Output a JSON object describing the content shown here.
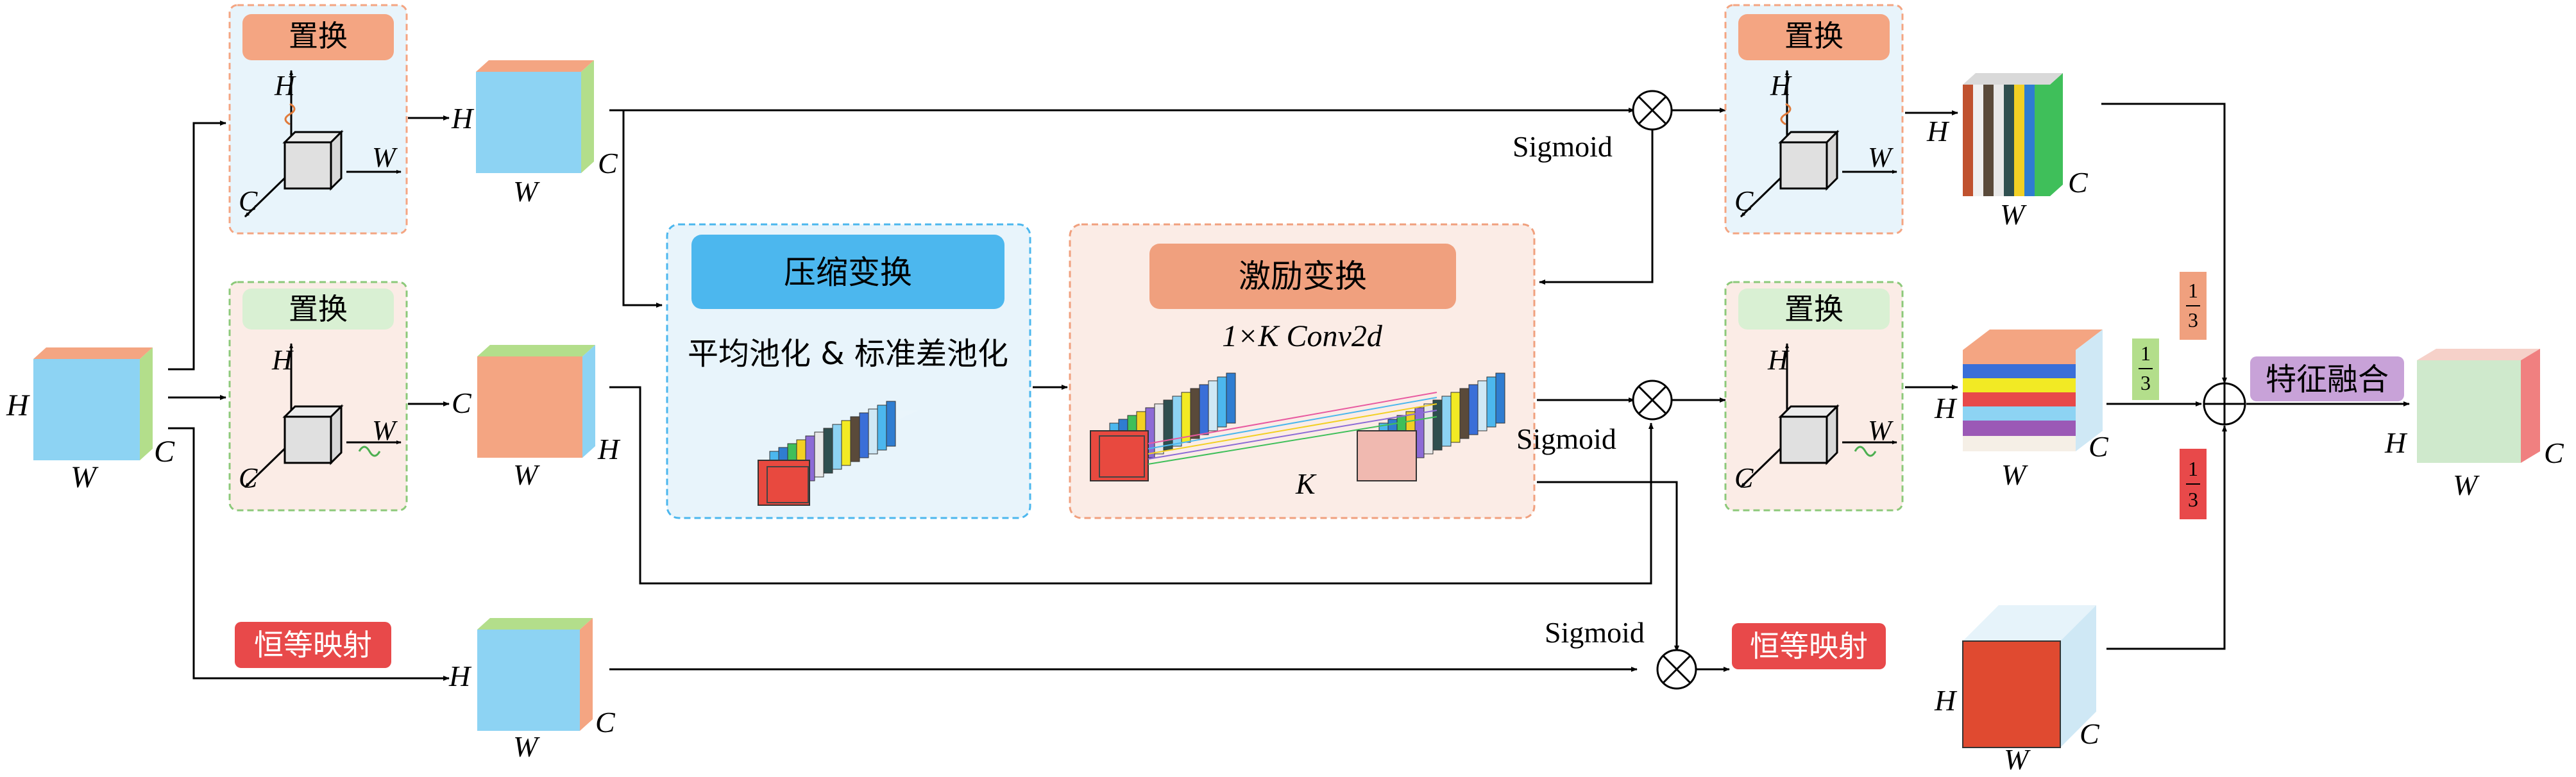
{
  "labels": {
    "permute": "置换",
    "identity": "恒等映射",
    "squeeze": "压缩变换",
    "excite": "激励变换",
    "pooling": "平均池化 & 标准差池化",
    "conv": "1×K Conv2d",
    "k": "K",
    "sigmoid": "Sigmoid",
    "fusion": "特征融合",
    "third": "1/3",
    "third_num": "1",
    "third_den": "3",
    "h": "H",
    "w": "W",
    "c": "C"
  },
  "colors": {
    "permute_title_1": "#f4a582",
    "permute_title_2": "#d9f0d3",
    "identity_tag": "#e8494a",
    "squeeze_title": "#4cb7ee",
    "excite_title": "#f0a07e",
    "fusion_tag": "#c8a2d8",
    "cube_blue": "#8dd3f3",
    "cube_orange": "#f4a582",
    "cube_green": "#b3de8b",
    "cube_pink": "#f08080",
    "output_green": "#cfe9cc",
    "arrow": "#000000"
  },
  "icons": [
    "multiply-circle-icon",
    "plus-circle-icon",
    "rotation-arrow-icon",
    "axis-cube-icon"
  ]
}
